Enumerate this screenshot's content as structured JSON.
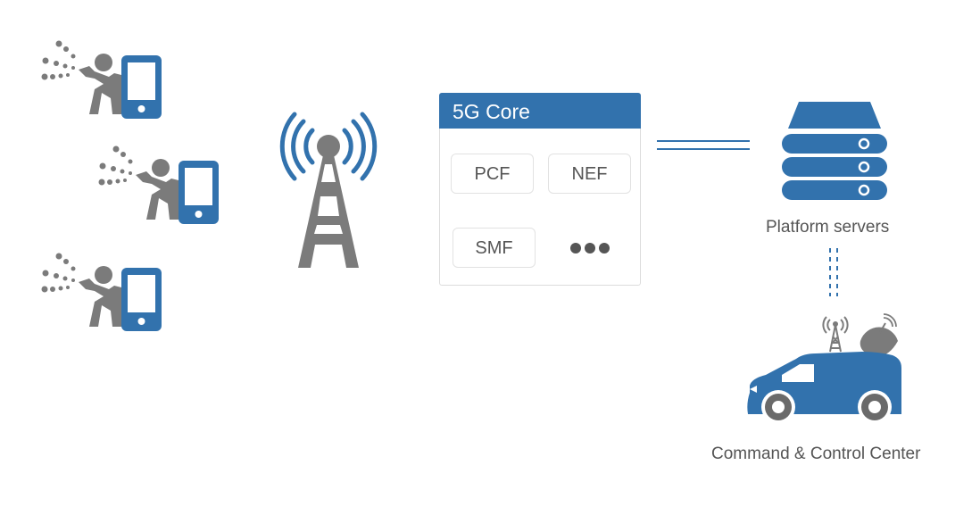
{
  "diagram": {
    "title": "5G network architecture with user devices, base station, core, platform servers and command center",
    "colors": {
      "accent_blue": "#3272ad",
      "icon_gray": "#7b7b7b",
      "text_gray": "#555555",
      "border_gray": "#dcdcdc"
    },
    "users": [
      {
        "icon": "person-spraying-with-phone-icon"
      },
      {
        "icon": "person-spraying-with-phone-icon"
      },
      {
        "icon": "person-spraying-with-phone-icon"
      }
    ],
    "base_station": {
      "icon": "cell-tower-icon"
    },
    "core": {
      "title": "5G Core",
      "functions": [
        "PCF",
        "NEF",
        "SMF"
      ],
      "more_indicator": "•••"
    },
    "platform": {
      "label": "Platform servers",
      "icon": "server-stack-icon"
    },
    "command_center": {
      "label": "Command & Control Center",
      "icon": "broadcast-van-icon"
    },
    "links": [
      {
        "from": "5G Core",
        "to": "Platform servers",
        "style": "double-solid"
      },
      {
        "from": "Platform servers",
        "to": "Command & Control Center",
        "style": "double-dashed"
      }
    ]
  }
}
